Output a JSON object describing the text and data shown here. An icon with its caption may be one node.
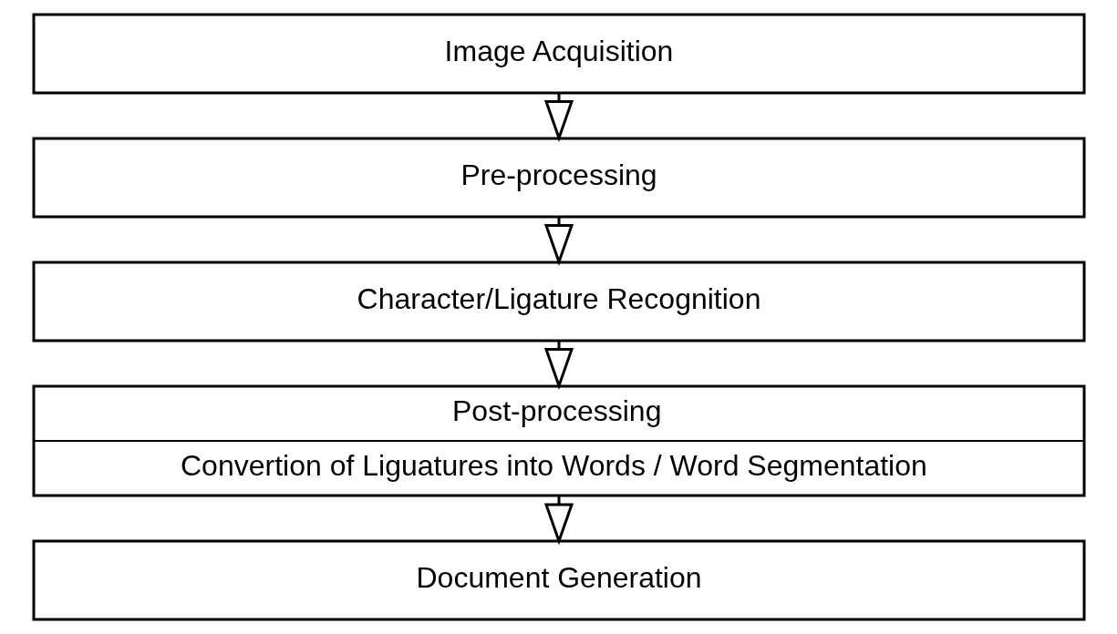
{
  "diagram": {
    "nodes": [
      {
        "text": [
          "Image Acquisition"
        ]
      },
      {
        "text": [
          "Pre-processing"
        ]
      },
      {
        "text": [
          "Character/Ligature Recognition"
        ]
      },
      {
        "text": [
          "Post-processing",
          "Convertion of Liguatures into Words / Word Segmentation"
        ]
      },
      {
        "text": [
          "Document Generation"
        ]
      }
    ],
    "edges": [
      {
        "from": 0,
        "to": 1,
        "arrow": "to"
      },
      {
        "from": 1,
        "to": 2,
        "arrow": "to"
      },
      {
        "from": 2,
        "to": 3,
        "arrow": "to"
      },
      {
        "from": 3,
        "to": 4,
        "arrow": "to"
      }
    ]
  }
}
